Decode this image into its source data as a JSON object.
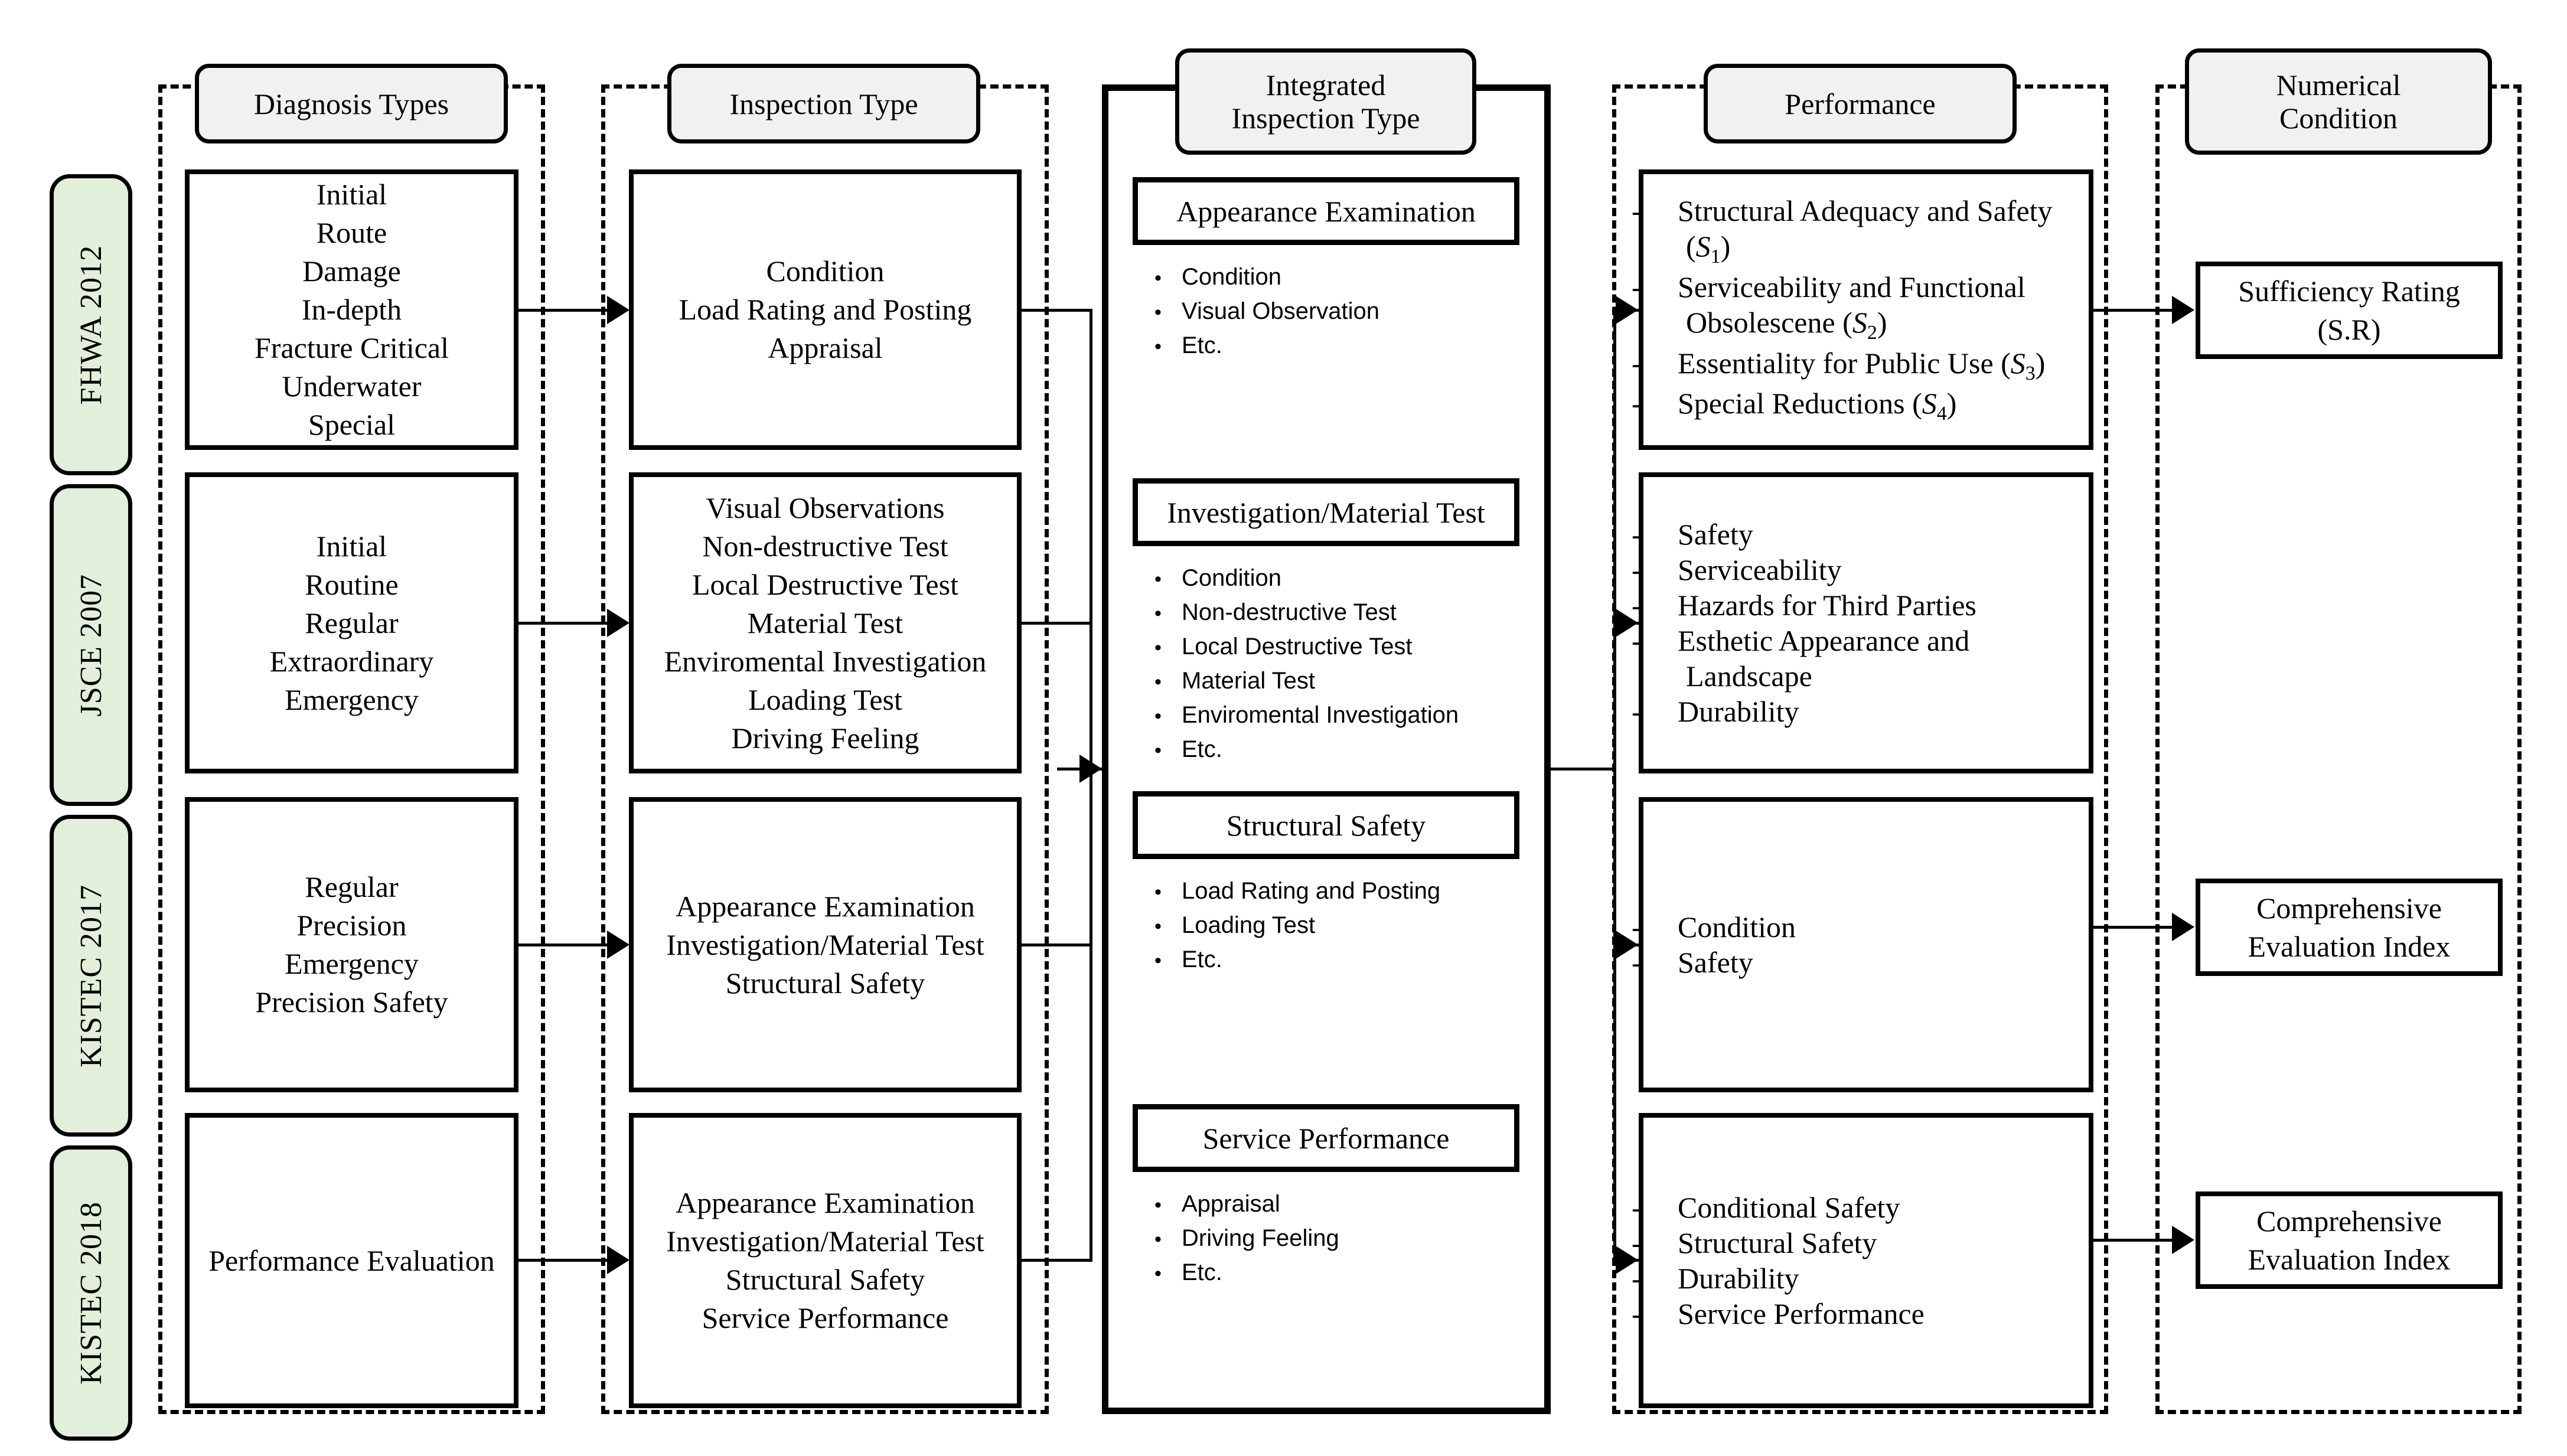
{
  "diagram": {
    "title": "Bridge inspection and evaluation framework comparison",
    "accent_green": "#E2EFDA",
    "header_fill": "#F1F1F1"
  },
  "columns": [
    {
      "id": "diagnosis",
      "label": "Diagnosis Types"
    },
    {
      "id": "inspection",
      "label": "Inspection Type"
    },
    {
      "id": "integrated",
      "label": "Integrated\nInspection Type",
      "line1": "Integrated",
      "line2": "Inspection Type"
    },
    {
      "id": "performance",
      "label": "Performance"
    },
    {
      "id": "numerical",
      "label": "Numerical\nCondition",
      "line1": "Numerical",
      "line2": "Condition"
    }
  ],
  "standards": [
    {
      "id": "fhwa2012",
      "label": "FHWA 2012"
    },
    {
      "id": "jsce2007",
      "label": "JSCE 2007"
    },
    {
      "id": "kistec2017",
      "label": "KISTEC 2017"
    },
    {
      "id": "kistec2018",
      "label": "KISTEC 2018"
    }
  ],
  "diagnosis_types": [
    {
      "standard": "FHWA 2012",
      "items": [
        "Initial",
        "Route",
        "Damage",
        "In-depth",
        "Fracture Critical",
        "Underwater",
        "Special"
      ]
    },
    {
      "standard": "JSCE 2007",
      "items": [
        "Initial",
        "Routine",
        "Regular",
        "Extraordinary",
        "Emergency"
      ]
    },
    {
      "standard": "KISTEC 2017",
      "items": [
        "Regular",
        "Precision",
        "Emergency",
        "Precision Safety"
      ]
    },
    {
      "standard": "KISTEC 2018",
      "items": [
        "Performance Evaluation"
      ]
    }
  ],
  "inspection_types": [
    {
      "standard": "FHWA 2012",
      "items": [
        "Condition",
        "Load Rating and Posting",
        "Appraisal"
      ]
    },
    {
      "standard": "JSCE 2007",
      "items": [
        "Visual Observations",
        "Non-destructive Test",
        "Local Destructive Test",
        "Material Test",
        "Enviromental Investigation",
        "Loading Test",
        "Driving Feeling"
      ]
    },
    {
      "standard": "KISTEC 2017",
      "items": [
        "Appearance Examination",
        "Investigation/Material Test",
        "Structural Safety"
      ]
    },
    {
      "standard": "KISTEC 2018",
      "items": [
        "Appearance Examination",
        "Investigation/Material Test",
        "Structural Safety",
        "Service Performance"
      ]
    }
  ],
  "integrated_inspection": [
    {
      "id": "appearance-examination",
      "heading": "Appearance Examination",
      "bullets": [
        "Condition",
        "Visual Observation",
        "Etc."
      ]
    },
    {
      "id": "investigation-material-test",
      "heading": "Investigation/Material Test",
      "bullets": [
        "Condition",
        "Non-destructive Test",
        "Local Destructive Test",
        "Material Test",
        "Enviromental Investigation",
        "Etc."
      ]
    },
    {
      "id": "structural-safety",
      "heading": "Structural Safety",
      "bullets": [
        "Load Rating and Posting",
        "Loading Test",
        "Etc."
      ]
    },
    {
      "id": "service-performance",
      "heading": "Service Performance",
      "bullets": [
        "Appraisal",
        "Driving Feeling",
        "Etc."
      ]
    }
  ],
  "performance": [
    {
      "standard": "FHWA 2012",
      "items": [
        {
          "text": "Structural Adequacy and Safety (",
          "sym": "S",
          "subscript": "1",
          "tail": ")"
        },
        {
          "text": "Serviceability and Functional Obsolescene (",
          "sym": "S",
          "subscript": "2",
          "tail": ")"
        },
        {
          "text": "Essentiality for Public Use (",
          "sym": "S",
          "subscript": "3",
          "tail": ")"
        },
        {
          "text": "Special Reductions (",
          "sym": "S",
          "subscript": "4",
          "tail": ")"
        }
      ]
    },
    {
      "standard": "JSCE 2007",
      "items": [
        {
          "text": "Safety"
        },
        {
          "text": "Serviceability"
        },
        {
          "text": "Hazards for Third Parties"
        },
        {
          "text": "Esthetic Appearance and Landscape"
        },
        {
          "text": "Durability"
        }
      ]
    },
    {
      "standard": "KISTEC 2017",
      "items": [
        {
          "text": "Condition"
        },
        {
          "text": "Safety"
        }
      ]
    },
    {
      "standard": "KISTEC 2018",
      "items": [
        {
          "text": "Conditional Safety"
        },
        {
          "text": "Structural Safety"
        },
        {
          "text": "Durability"
        },
        {
          "text": "Service Performance"
        }
      ]
    }
  ],
  "numerical_condition": [
    {
      "standard": "FHWA 2012",
      "line1": "Sufficiency Rating",
      "line2": "(S.R)"
    },
    {
      "standard": "KISTEC 2017",
      "line1": "Comprehensive",
      "line2": "Evaluation Index"
    },
    {
      "standard": "KISTEC 2018",
      "line1": "Comprehensive",
      "line2": "Evaluation Index"
    }
  ]
}
